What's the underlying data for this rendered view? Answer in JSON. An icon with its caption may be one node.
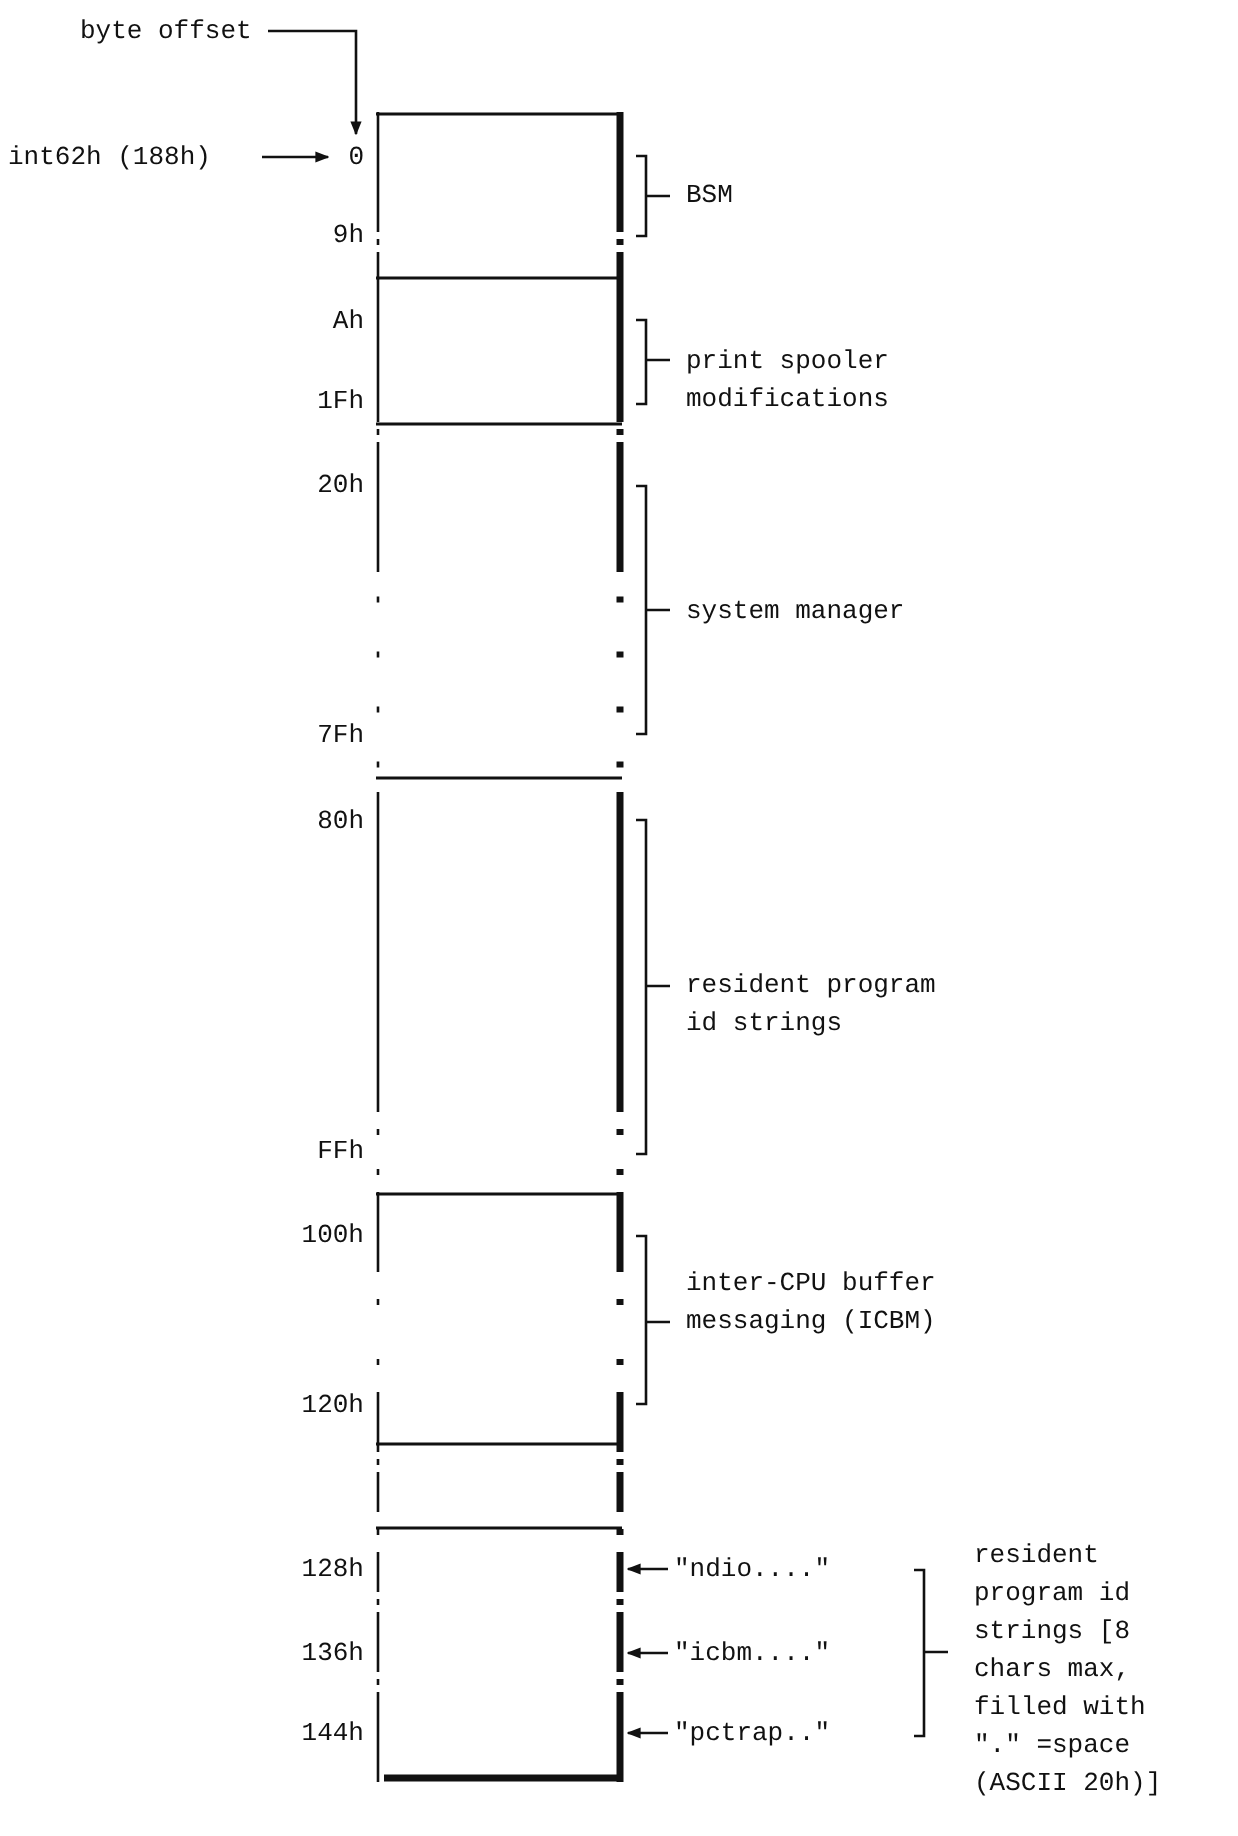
{
  "diagram": {
    "nodes": [
      {
        "text": [
          "byte offset"
        ]
      },
      {
        "text": [
          "int62h (188h)"
        ]
      },
      {
        "text": [
          "0"
        ]
      },
      {
        "text": [],
        "shape": "box"
      },
      {
        "text": [
          "\"ndio....\""
        ]
      },
      {
        "text": [
          "\"icbm....\""
        ]
      },
      {
        "text": [
          "\"pctrap..\""
        ]
      }
    ],
    "edges": [
      {
        "from": 0,
        "to": 2,
        "arrow": "to"
      },
      {
        "from": 1,
        "to": 2,
        "arrow": "to"
      },
      {
        "from": 4,
        "to": 3,
        "arrow": "to"
      },
      {
        "from": 5,
        "to": 3,
        "arrow": "to"
      },
      {
        "from": 6,
        "to": 3,
        "arrow": "to"
      }
    ],
    "labels": [
      "BSM",
      "9h",
      "Ah",
      "print spooler modifications",
      "1Fh",
      "20h",
      "system manager",
      "7Fh",
      "80h",
      "resident program id strings",
      "FFh",
      "100h",
      "inter-CPU buffer messaging (ICBM)",
      "120h",
      "128h",
      "136h",
      "resident program id strings [8 chars max, filled with \".\" =space (ASCII 20h)]",
      "144h"
    ]
  }
}
